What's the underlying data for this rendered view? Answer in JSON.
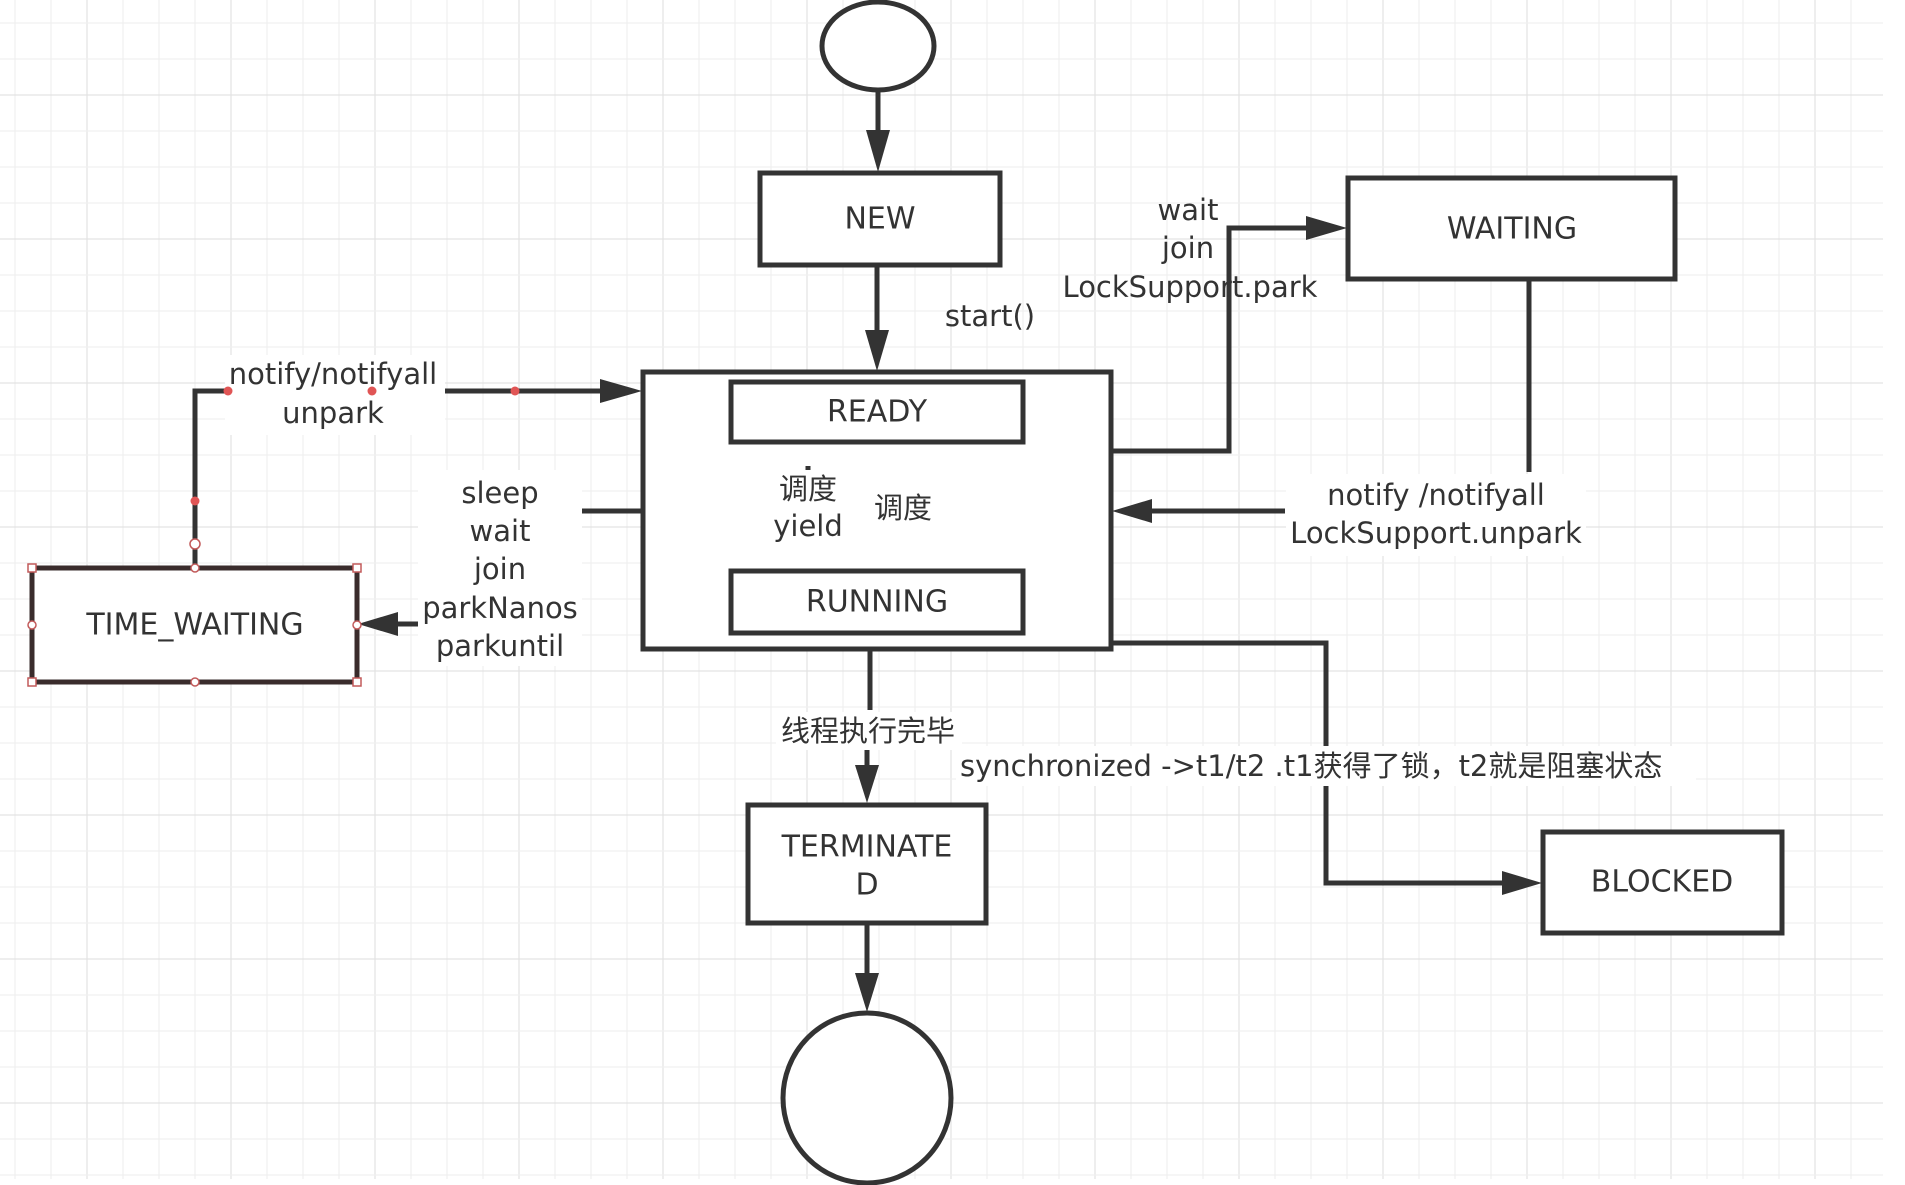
{
  "diagram": {
    "title": "Java Thread State Diagram",
    "colors": {
      "stroke": "#333333",
      "grid_minor": "#f0f0f0",
      "grid_major": "#e3e3e3",
      "selection_handle": "#c25a5a",
      "waypoint_dot": "#e05555",
      "background": "#ffffff"
    },
    "nodes": {
      "start": {
        "shape": "ellipse",
        "label": ""
      },
      "new": {
        "label": "NEW"
      },
      "runnable_group": {
        "label": ""
      },
      "ready": {
        "label": "READY"
      },
      "running": {
        "label": "RUNNING"
      },
      "waiting": {
        "label": "WAITING"
      },
      "time_waiting": {
        "label": "TIME_WAITING",
        "selected": true
      },
      "terminated": {
        "label_lines": [
          "TERMINATE",
          "D"
        ]
      },
      "blocked": {
        "label": "BLOCKED"
      },
      "end": {
        "shape": "circle",
        "label": ""
      }
    },
    "edges": {
      "start_to_new": {
        "label": ""
      },
      "new_to_runnable": {
        "label": "start()"
      },
      "runnable_to_waiting": {
        "label_lines": [
          "wait",
          "join",
          "LockSupport.park"
        ]
      },
      "waiting_to_runnable": {
        "label_lines": [
          "notify /notifyall",
          "LockSupport.unpark"
        ]
      },
      "runnable_to_time_waiting": {
        "label_lines": [
          "sleep",
          "wait",
          "join",
          "parkNanos",
          "parkuntil"
        ]
      },
      "time_waiting_to_runnable": {
        "label_lines": [
          "notify/notifyall",
          "unpark"
        ]
      },
      "running_to_ready": {
        "label_lines": [
          "调度",
          "yield"
        ]
      },
      "ready_to_running": {
        "label": "调度"
      },
      "runnable_to_terminated": {
        "label": "线程执行完毕"
      },
      "runnable_to_blocked": {
        "label": "synchronized ->t1/t2 .t1获得了锁，t2就是阻塞状态"
      },
      "terminated_to_end": {
        "label": ""
      }
    }
  }
}
